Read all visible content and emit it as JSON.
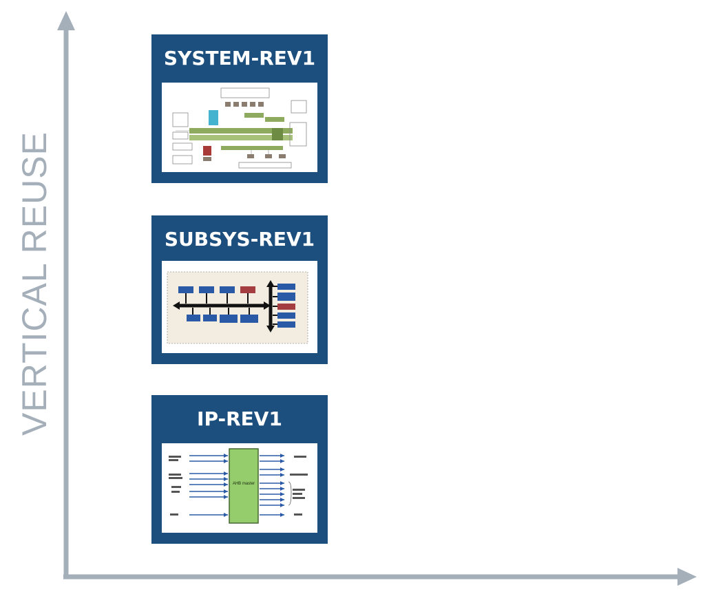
{
  "axis": {
    "y_label": "VERTICAL REUSE",
    "color": "#a5afba"
  },
  "colors": {
    "card_bg": "#1c4f7e",
    "subsys_block": "#2a5aa6",
    "subsys_accent": "#a33d3f",
    "ip_block": "#95cc6c",
    "system_bus": "#8eaa5e",
    "system_accent": "#a83a37"
  },
  "cards": [
    {
      "title": "SYSTEM-REV1"
    },
    {
      "title": "SUBSYS-REV1"
    },
    {
      "title": "IP-REV1"
    }
  ],
  "ip_diagram": {
    "center_label": "AHB master"
  }
}
